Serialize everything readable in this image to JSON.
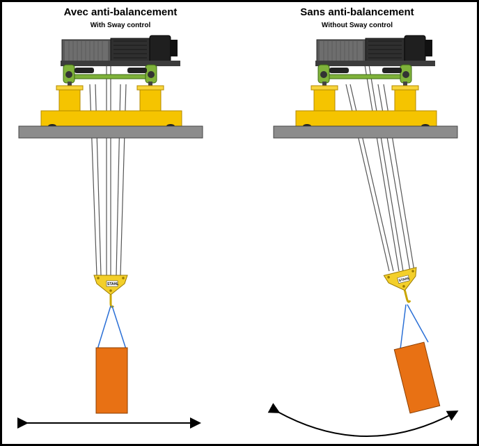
{
  "panels": [
    {
      "title": "Avec anti-balancement",
      "subtitle": "With Sway control",
      "brand": "STAHL"
    },
    {
      "title": "Sans anti-balancement",
      "subtitle": "Without Sway control",
      "brand": "STAHL"
    }
  ],
  "colors": {
    "beam": "#8c8c8c",
    "trolley": "#f5c400",
    "hoist": "#5a5a5a",
    "hoist_dark": "#2b2b2b",
    "bracket": "#7fb23a",
    "hook_block": "#f3cf2a",
    "load": "#e87114",
    "sling": "#2a6fd6",
    "rope": "#555555"
  }
}
